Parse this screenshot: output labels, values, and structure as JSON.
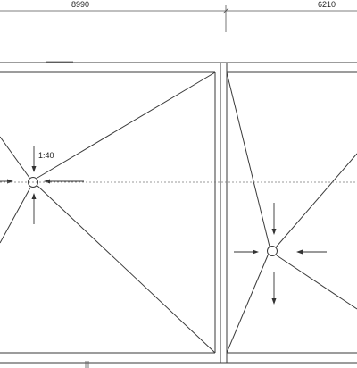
{
  "dimensions": {
    "left_span": "8990",
    "right_span": "6210"
  },
  "annotations": {
    "slope": "1:40"
  },
  "colors": {
    "line": "#3a3a3a",
    "background": "#ffffff"
  }
}
